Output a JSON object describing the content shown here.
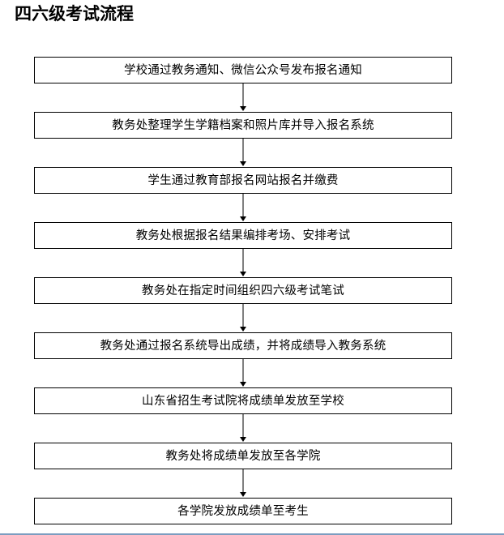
{
  "document": {
    "title": "四六级考试流程",
    "orientation": "vertical-flowchart",
    "accent_color": "#7c9dc0",
    "box_border_color": "#000000",
    "box_fill_color": "#ffffff",
    "text_color": "#000000"
  },
  "flowchart": {
    "connector_icon": "down-arrow-icon",
    "steps": [
      {
        "index": "1",
        "label": "学校通过教务通知、微信公众号发布报名通知"
      },
      {
        "index": "2",
        "label": "教务处整理学生学籍档案和照片库并导入报名系统"
      },
      {
        "index": "3",
        "label": "学生通过教育部报名网站报名并缴费"
      },
      {
        "index": "4",
        "label": "教务处根据报名结果编排考场、安排考试"
      },
      {
        "index": "5",
        "label": "教务处在指定时间组织四六级考试笔试"
      },
      {
        "index": "6",
        "label": "教务处通过报名系统导出成绩，并将成绩导入教务系统"
      },
      {
        "index": "7",
        "label": "山东省招生考试院将成绩单发放至学校"
      },
      {
        "index": "8",
        "label": "教务处将成绩单发放至各学院"
      },
      {
        "index": "9",
        "label": "各学院发放成绩单至考生"
      }
    ]
  }
}
